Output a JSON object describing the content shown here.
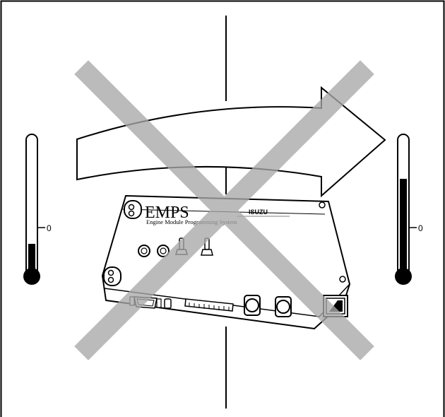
{
  "device": {
    "logo_text": "EMPS",
    "subtitle": "Engine Module Programming System",
    "brand": "ISUZU"
  },
  "thermometers": {
    "left": {
      "label": "0",
      "fill_fraction": 0.25
    },
    "right": {
      "label": "0",
      "fill_fraction": 0.75
    }
  },
  "colors": {
    "line": "#000000",
    "prohibit_x": "#b3b3b3",
    "background": "#ffffff"
  }
}
